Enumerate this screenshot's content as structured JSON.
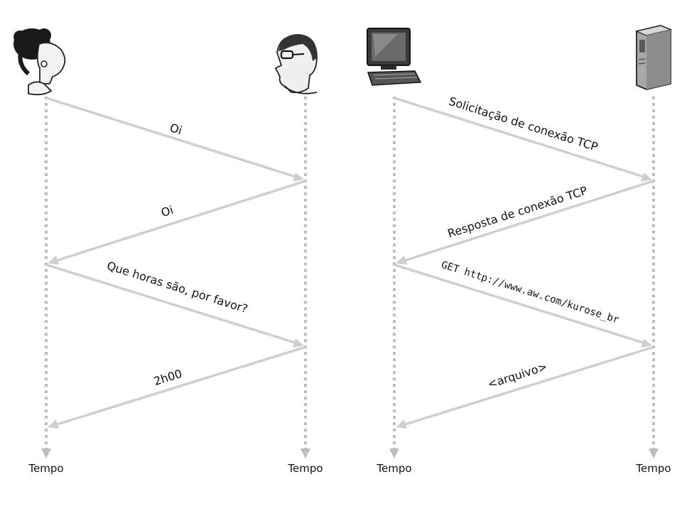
{
  "time_axis_label": "Tempo",
  "human_protocol": {
    "messages": [
      {
        "label": "Oi"
      },
      {
        "label": "Oi"
      },
      {
        "label": "Que horas são, por favor?"
      },
      {
        "label": "2h00"
      }
    ]
  },
  "network_protocol": {
    "messages": [
      {
        "label": "Solicitação de conexão TCP"
      },
      {
        "label": "Resposta de conexão TCP"
      },
      {
        "label": "GET http://www.aw.com/kurose_br"
      },
      {
        "label": "<arquivo>"
      }
    ]
  }
}
